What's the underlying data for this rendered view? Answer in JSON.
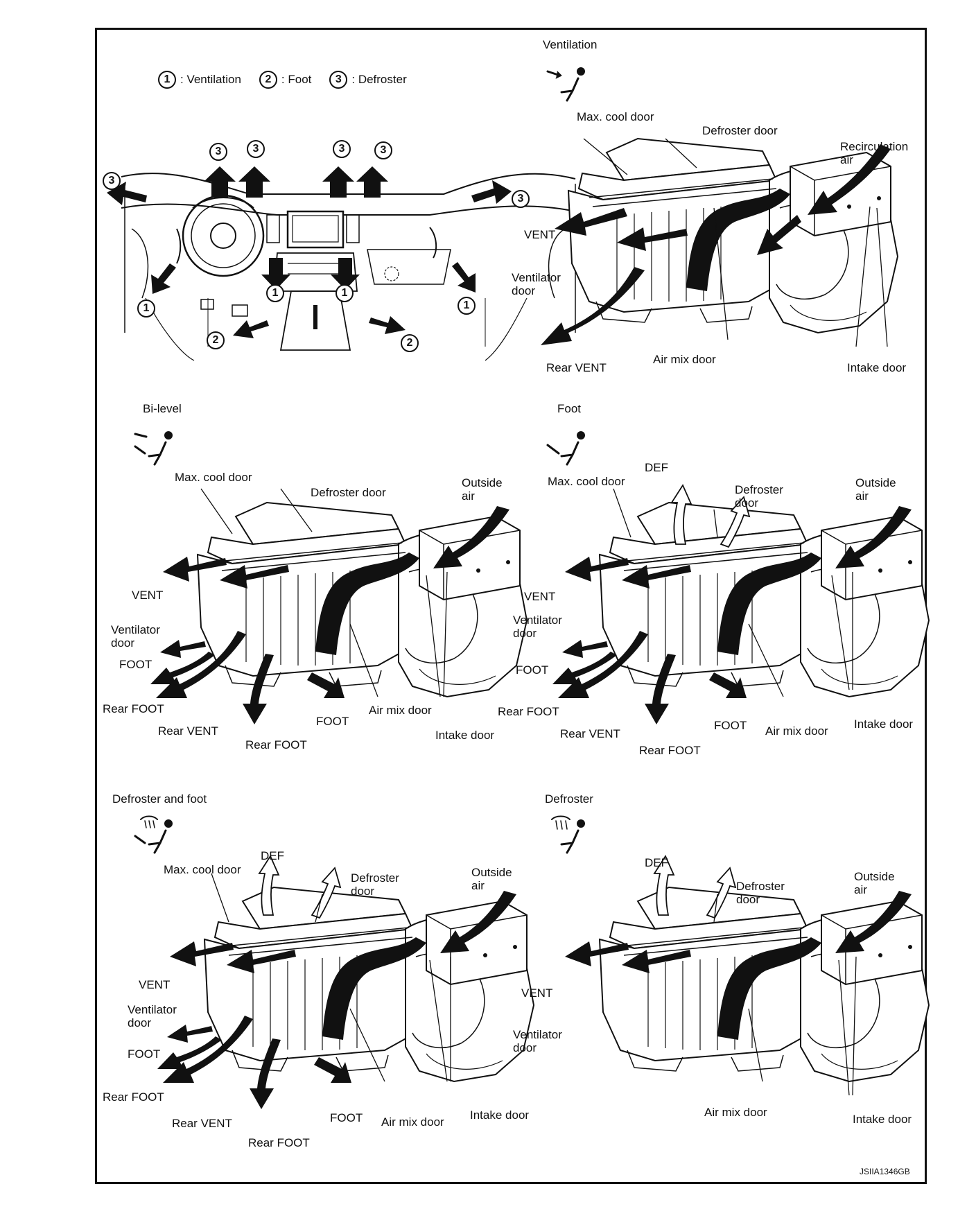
{
  "legend": [
    {
      "num": "1",
      "label": ": Ventilation"
    },
    {
      "num": "2",
      "label": ": Foot"
    },
    {
      "num": "3",
      "label": ": Defroster"
    }
  ],
  "panels": {
    "ventilation": {
      "title": "Ventilation",
      "labels": {
        "max_cool_door": "Max. cool door",
        "defroster_door": "Defroster door",
        "recirculation_air": [
          "Recirculation",
          "air"
        ],
        "vent": "VENT",
        "ventilator_door": [
          "Ventilator",
          "door"
        ],
        "rear_vent": "Rear VENT",
        "air_mix_door": "Air mix door",
        "intake_door": "Intake door"
      }
    },
    "bilevel": {
      "title": "Bi-level",
      "labels": {
        "max_cool_door": "Max. cool door",
        "defroster_door": "Defroster door",
        "outside_air": [
          "Outside",
          "air"
        ],
        "vent": "VENT",
        "ventilator_door": [
          "Ventilator",
          "door"
        ],
        "foot_left": "FOOT",
        "rear_foot_left": "Rear FOOT",
        "rear_vent": "Rear VENT",
        "rear_foot_bottom": "Rear FOOT",
        "foot_right": "FOOT",
        "air_mix_door": "Air mix door",
        "intake_door": "Intake door"
      }
    },
    "foot": {
      "title": "Foot",
      "labels": {
        "def": "DEF",
        "max_cool_door": "Max. cool door",
        "defroster_door": [
          "Defroster",
          "door"
        ],
        "outside_air": [
          "Outside",
          "air"
        ],
        "vent": "VENT",
        "ventilator_door": [
          "Ventilator",
          "door"
        ],
        "foot_left": "FOOT",
        "rear_foot_left": "Rear FOOT",
        "rear_vent": "Rear VENT",
        "rear_foot_bottom": "Rear FOOT",
        "foot_right": "FOOT",
        "air_mix_door": "Air mix door",
        "intake_door": "Intake door"
      }
    },
    "defroster_foot": {
      "title": "Defroster and foot",
      "labels": {
        "def": "DEF",
        "max_cool_door": "Max. cool door",
        "defroster_door": [
          "Defroster",
          "door"
        ],
        "outside_air": [
          "Outside",
          "air"
        ],
        "vent": "VENT",
        "ventilator_door": [
          "Ventilator",
          "door"
        ],
        "foot_left": "FOOT",
        "rear_foot_left": "Rear FOOT",
        "rear_vent": "Rear VENT",
        "rear_foot_bottom": "Rear FOOT",
        "foot_right": "FOOT",
        "air_mix_door": "Air mix door",
        "intake_door": "Intake door"
      }
    },
    "defroster": {
      "title": "Defroster",
      "labels": {
        "def": "DEF",
        "defroster_door": [
          "Defroster",
          "door"
        ],
        "outside_air": [
          "Outside",
          "air"
        ],
        "vent": "VENT",
        "ventilator_door": [
          "Ventilator",
          "door"
        ],
        "air_mix_door": "Air mix door",
        "intake_door": "Intake door"
      }
    }
  },
  "reference_code": "JSIIA1346GB"
}
